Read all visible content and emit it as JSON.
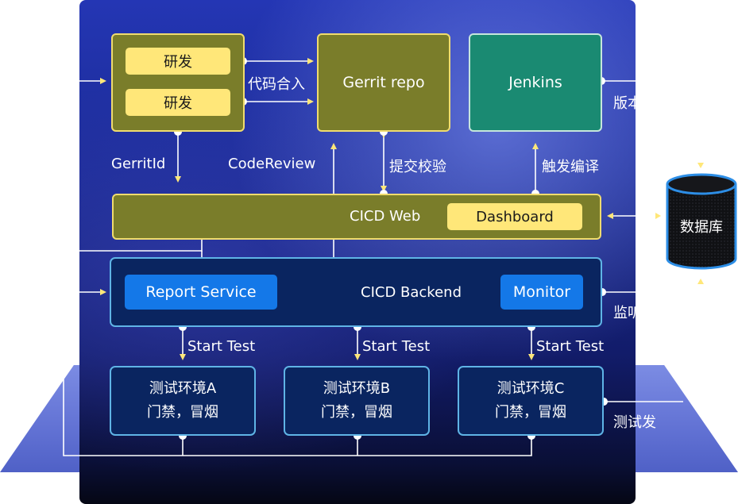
{
  "dev": {
    "dev1": "研发",
    "dev2": "研发"
  },
  "gerrit": {
    "title": "Gerrit repo"
  },
  "jenkins": {
    "title": "Jenkins"
  },
  "labels": {
    "merge_code": "代码合入",
    "gerrit_id": "GerritId",
    "code_review": "CodeReview",
    "submit_check": "提交校验",
    "trigger_build": "触发编译",
    "version": "版本",
    "monitor_side": "监听",
    "test_side": "测试发"
  },
  "web": {
    "title": "CICD Web",
    "dashboard": "Dashboard"
  },
  "backend": {
    "title": "CICD Backend",
    "report": "Report Service",
    "monitor": "Monitor"
  },
  "start_test": [
    "Start Test",
    "Start Test",
    "Start Test"
  ],
  "envs": [
    {
      "name": "测试环境A",
      "desc": "门禁，冒烟"
    },
    {
      "name": "测试环境B",
      "desc": "门禁，冒烟"
    },
    {
      "name": "测试环境C",
      "desc": "门禁，冒烟"
    }
  ],
  "database": {
    "label": "数据库"
  },
  "colors": {
    "accent": "#ffe779",
    "olive": "#7a7d2a",
    "teal": "#1a8a72",
    "navy": "#0a2560",
    "blue": "#1478e8"
  }
}
